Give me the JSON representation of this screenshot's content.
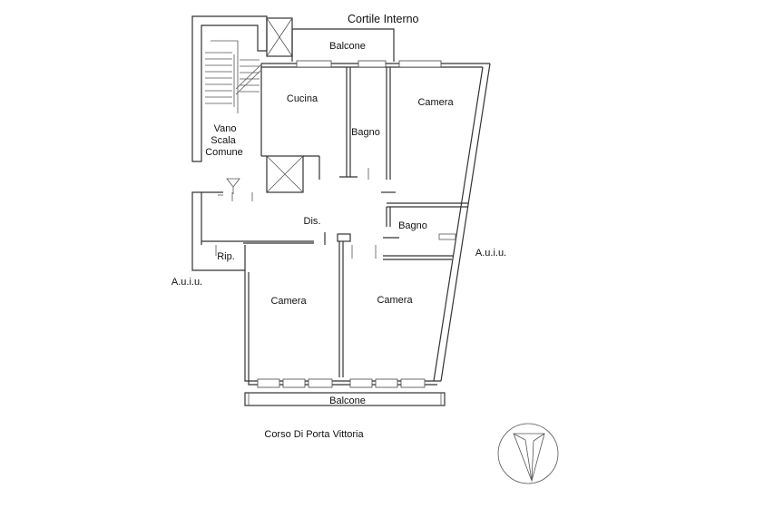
{
  "labels": {
    "cortile": "Cortile Interno",
    "balcone_top": "Balcone",
    "cucina": "Cucina",
    "bagno_top": "Bagno",
    "camera_top_right": "Camera",
    "vano_line1": "Vano",
    "vano_line2": "Scala",
    "vano_line3": "Comune",
    "dis": "Dis.",
    "bagno_mid": "Bagno",
    "rip": "Rip.",
    "auiu_left": "A.u.i.u.",
    "auiu_right": "A.u.i.u.",
    "camera_bottom_left": "Camera",
    "camera_bottom_right": "Camera",
    "balcone_bottom": "Balcone",
    "street": "Corso Di Porta Vittoria"
  },
  "colors": {
    "line": "#333333",
    "text": "#111111",
    "background": "#ffffff"
  }
}
